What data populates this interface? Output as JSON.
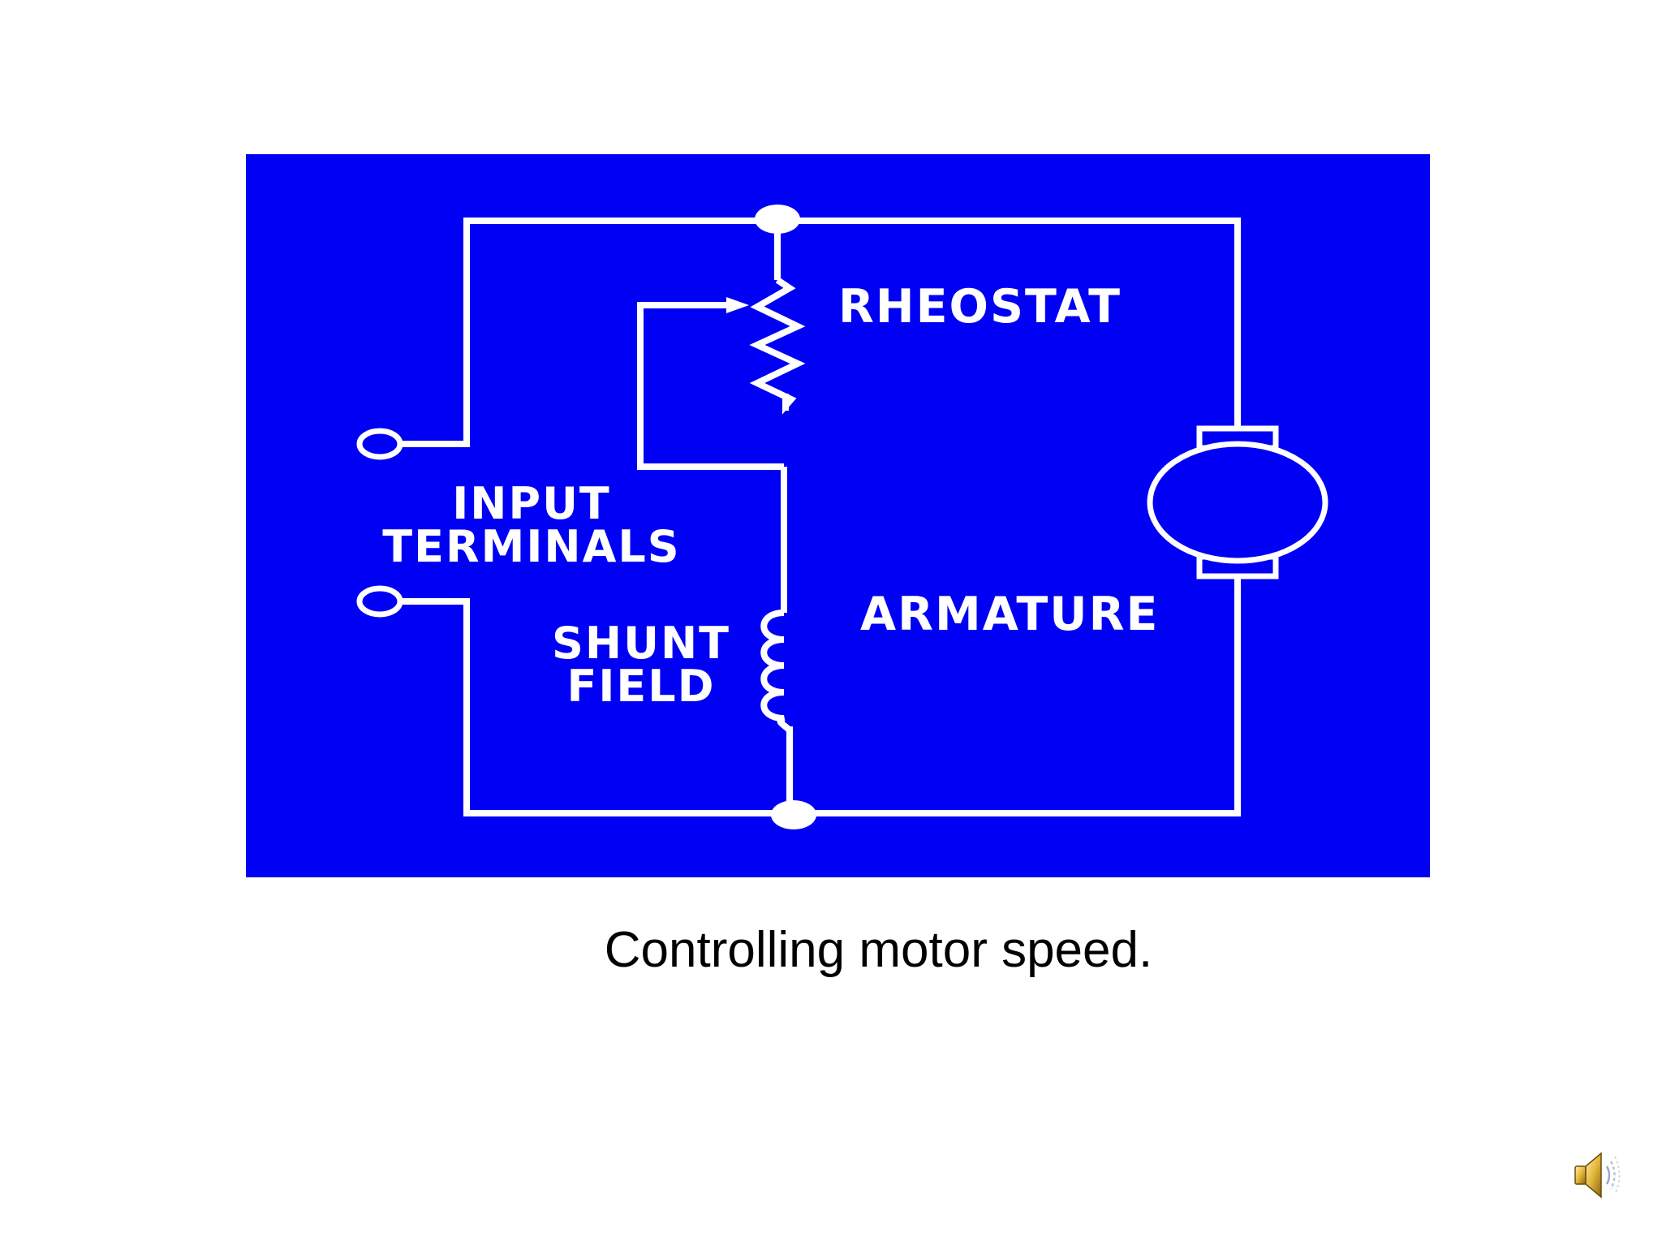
{
  "slide": {
    "caption": "Controlling motor speed."
  },
  "diagram": {
    "background_color": "#0000f4",
    "line_color": "#ffffff",
    "labels": {
      "rheostat": "RHEOSTAT",
      "input_terminals_line1": "INPUT",
      "input_terminals_line2": "TERMINALS",
      "shunt_field_line1": "SHUNT",
      "shunt_field_line2": "FIELD",
      "armature": "ARMATURE"
    },
    "components": [
      "input-terminals",
      "rheostat",
      "shunt-field",
      "armature"
    ]
  },
  "audio": {
    "icon": "speaker-icon"
  }
}
